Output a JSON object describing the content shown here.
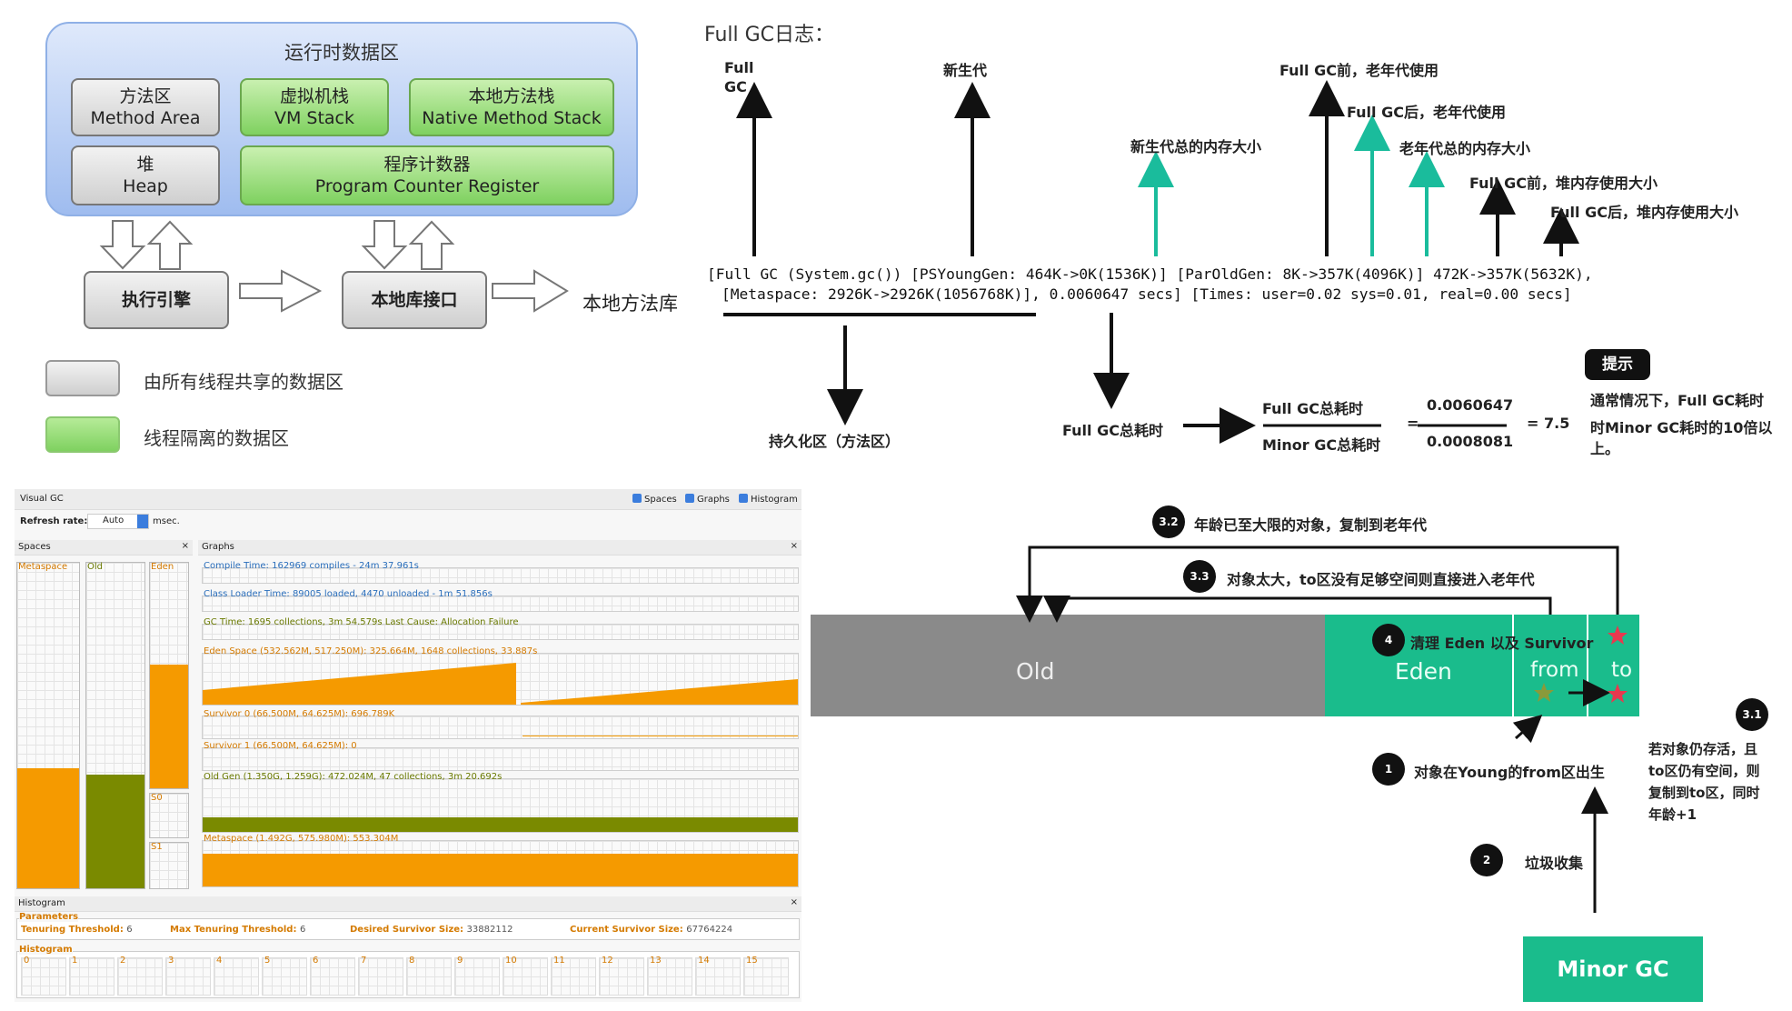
{
  "runtime": {
    "title": "运行时数据区",
    "method_area": [
      "方法区",
      "Method Area"
    ],
    "vm_stack": [
      "虚拟机栈",
      "VM Stack"
    ],
    "native_stack": [
      "本地方法栈",
      "Native Method Stack"
    ],
    "heap": [
      "堆",
      "Heap"
    ],
    "pc_register": [
      "程序计数器",
      "Program Counter Register"
    ],
    "exec_engine": "执行引擎",
    "native_iface": "本地库接口",
    "native_lib": "本地方法库",
    "legend_shared": "由所有线程共享的数据区",
    "legend_isolated": "线程隔离的数据区",
    "colors": {
      "gray": "#d8d8d8",
      "green": "#8fd86e",
      "region": "#a9c4f2"
    }
  },
  "gc_log": {
    "title": "Full GC日志：",
    "line1": "[Full GC (System.gc()) [PSYoungGen: 464K->0K(1536K)] [ParOldGen: 8K->357K(4096K)] 472K->357K(5632K),",
    "line2": "[Metaspace: 2926K->2926K(1056768K)], 0.0060647 secs] [Times: user=0.02 sys=0.01, real=0.00 secs]",
    "full_gc_1": "Full",
    "full_gc_2": "GC",
    "young_gen": "新生代",
    "young_total": "新生代总的内存大小",
    "old_before": "Full GC前，老年代使用",
    "old_after": "Full GC后，老年代使用",
    "old_total": "老年代总的内存大小",
    "heap_before": "Full GC前，堆内存使用大小",
    "heap_after": "Full GC后，堆内存使用大小",
    "perm": "持久化区（方法区）",
    "total_time": "Full GC总耗时",
    "ratio_num_label": "Full GC总耗时",
    "ratio_den_label": "Minor GC总耗时",
    "ratio_num": "0.0060647",
    "ratio_den": "0.0008081",
    "equals": "=",
    "result": "= 7.5",
    "tip_badge": "提示",
    "tip_line1": "通常情况下，Full GC耗时",
    "tip_line2": "时Minor GC耗时的10倍以",
    "tip_line3": "上。",
    "colors": {
      "black": "#111111",
      "teal": "#1abc9c"
    }
  },
  "visual_gc": {
    "title": "Visual GC",
    "checks": [
      "Spaces",
      "Graphs",
      "Histogram"
    ],
    "refresh_label": "Refresh rate:",
    "refresh_value": "Auto",
    "refresh_unit": "msec.",
    "spaces_title": "Spaces",
    "graphs_title": "Graphs",
    "close": "×",
    "space_labels": [
      "Metaspace",
      "Old",
      "Eden",
      "S0",
      "S1"
    ],
    "graph_labels": [
      "Compile Time: 162969 compiles - 24m 37.961s",
      "Class Loader Time: 89005 loaded, 4470 unloaded - 1m 51.856s",
      "GC Time: 1695 collections, 3m 54.579s  Last Cause: Allocation Failure",
      "Eden Space (532.562M, 517.250M): 325.664M, 1648 collections, 33.887s",
      "Survivor 0 (66.500M, 64.625M): 696.789K",
      "Survivor 1 (66.500M, 64.625M): 0",
      "Old Gen (1.350G, 1.259G): 472.024M, 47 collections, 3m 20.692s",
      "Metaspace (1.492G, 575.980M): 553.304M"
    ],
    "histogram_title": "Histogram",
    "params_title": "Parameters",
    "params": [
      {
        "label": "Tenuring Threshold:",
        "value": "6"
      },
      {
        "label": "Max Tenuring Threshold:",
        "value": "6"
      },
      {
        "label": "Desired Survivor Size:",
        "value": "33882112"
      },
      {
        "label": "Current Survivor Size:",
        "value": "67764224"
      }
    ],
    "hist_label": "Histogram",
    "hist_bins": [
      "0",
      "1",
      "2",
      "3",
      "4",
      "5",
      "6",
      "7",
      "8",
      "9",
      "10",
      "11",
      "12",
      "13",
      "14",
      "15"
    ],
    "fill_levels": {
      "metaspace": 0.37,
      "old": 0.35,
      "eden": 0.55
    },
    "colors": {
      "orange": "#f59a00",
      "olive": "#7a8a00",
      "blue": "#2a6ebb"
    }
  },
  "gen_diagram": {
    "old": "Old",
    "eden": "Eden",
    "from": "from",
    "to": "to",
    "step_3_2": "3.2",
    "text_3_2": "年龄已至大限的对象，复制到老年代",
    "step_3_3": "3.3",
    "text_3_3": "对象太大，to区没有足够空间则直接进入老年代",
    "step_4": "4",
    "text_4": "清理 Eden 以及 Survivor",
    "step_1": "1",
    "text_1": "对象在Young的from区出生",
    "step_2": "2",
    "text_2": "垃圾收集",
    "step_3_1": "3.1",
    "text_3_1": [
      "若对象仍存活，且",
      "to区仍有空间，则",
      "复制到to区，同时",
      "年龄+1"
    ],
    "minor_gc": "Minor GC",
    "colors": {
      "old": "#8a8a8a",
      "young": "#1abc8c",
      "star_red": "#e8394f",
      "star_olive": "#8a9a3a"
    }
  }
}
